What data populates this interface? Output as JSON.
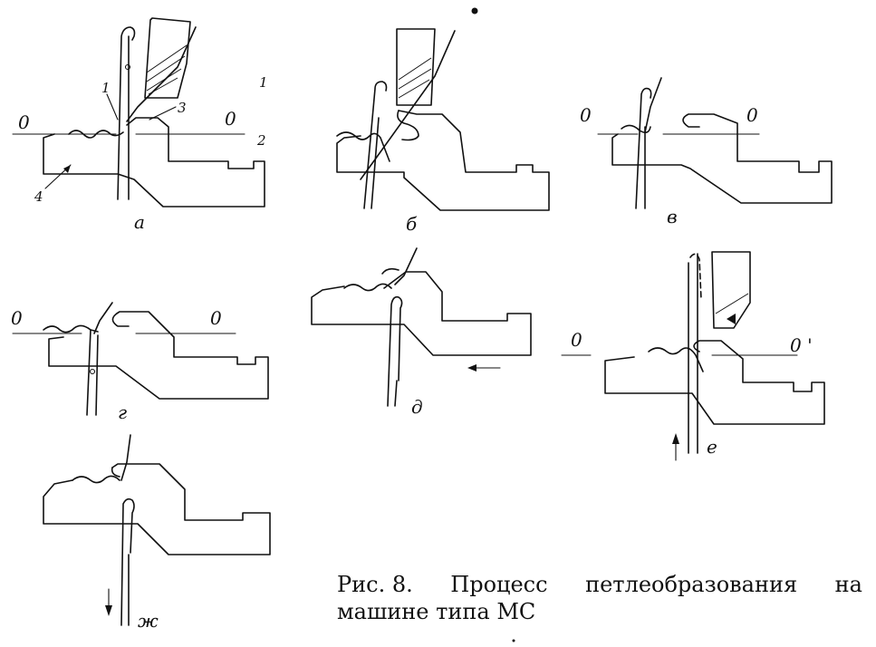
{
  "figure": {
    "panels": [
      {
        "id": "a",
        "label": "a",
        "level_left": "0",
        "level_right": "0",
        "parts": [
          "1",
          "2",
          "3",
          "4"
        ],
        "extra_number": "1"
      },
      {
        "id": "b",
        "label": "б"
      },
      {
        "id": "v",
        "label": "в",
        "level_left": "0",
        "level_right": "0"
      },
      {
        "id": "g",
        "label": "г",
        "level_left": "0",
        "level_right": "0"
      },
      {
        "id": "d",
        "label": "д"
      },
      {
        "id": "e",
        "label": "е",
        "level_left": "0",
        "level_right": "0 '"
      },
      {
        "id": "zh",
        "label": "ж"
      }
    ]
  },
  "caption": {
    "line1_words": [
      "Рис. 8.",
      "Процесс",
      "петлеобразования",
      "на"
    ],
    "line2": "машине типа МС"
  }
}
